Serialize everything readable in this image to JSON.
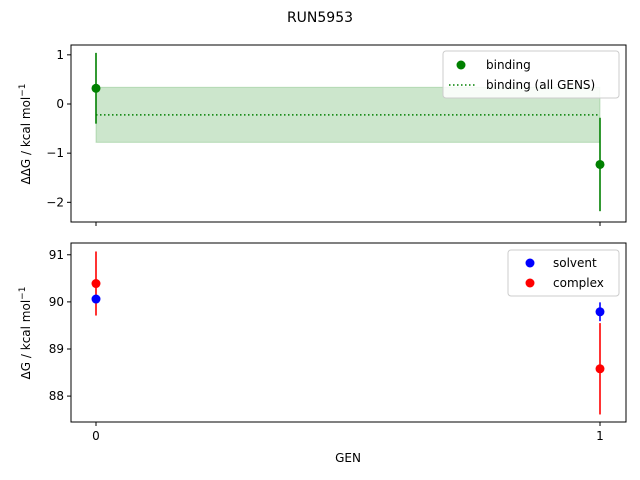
{
  "chart_data": {
    "title": "RUN5953",
    "x_ticks": [
      "0",
      "1"
    ],
    "xlabel": "GEN",
    "panels": [
      {
        "type": "scatter",
        "ylabel_main": "ΔΔG / kcal mol",
        "ylabel_sup": "−1",
        "ylim": [
          -2.4,
          1.2
        ],
        "y_ticks": [
          1,
          0,
          -1,
          -2
        ],
        "y_tick_labels": [
          "1",
          "0",
          "−1",
          "−2"
        ],
        "series": [
          {
            "name": "binding",
            "color": "#008000",
            "x": [
              0,
              1
            ],
            "y": [
              0.32,
              -1.23
            ],
            "err": [
              0.72,
              0.95
            ]
          }
        ],
        "band": {
          "name": "binding (all GENS)",
          "color": "#008000",
          "mean": -0.22,
          "low": -0.78,
          "high": 0.34
        },
        "legend": {
          "position": "top-right",
          "entries": [
            "binding",
            "binding (all GENS)"
          ]
        }
      },
      {
        "type": "scatter",
        "ylabel_main": "ΔG / kcal mol",
        "ylabel_sup": "−1",
        "ylim": [
          87.45,
          91.25
        ],
        "y_ticks": [
          91,
          90,
          89,
          88
        ],
        "y_tick_labels": [
          "91",
          "90",
          "89",
          "88"
        ],
        "series": [
          {
            "name": "solvent",
            "color": "#0000ff",
            "x": [
              0,
              1
            ],
            "y": [
              90.06,
              89.79
            ],
            "err": [
              0.05,
              0.2
            ]
          },
          {
            "name": "complex",
            "color": "#ff0000",
            "x": [
              0,
              1
            ],
            "y": [
              90.39,
              88.58
            ],
            "err": [
              0.68,
              0.97
            ]
          }
        ],
        "legend": {
          "position": "top-right",
          "entries": [
            "solvent",
            "complex"
          ]
        }
      }
    ]
  }
}
